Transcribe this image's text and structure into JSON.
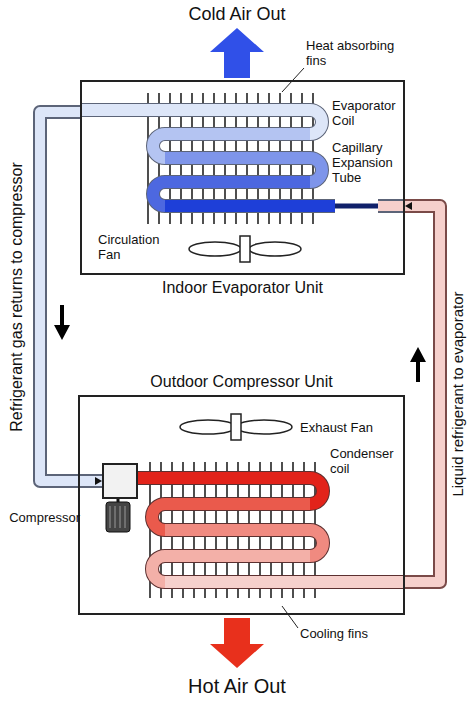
{
  "diagram": {
    "nodes": [
      {
        "text": [
          "Indoor Evaporator Unit"
        ]
      },
      {
        "text": [
          "Outdoor Compressor Unit"
        ]
      },
      {
        "text": [
          "Compressor"
        ],
        "in": 1
      }
    ],
    "edges": [
      {
        "from": 0,
        "to": 2,
        "arrow": "to",
        "label": "Refrigerant gas returns to compressor"
      },
      {
        "from": 1,
        "to": 0,
        "arrow": "to",
        "label": "Liquid refrigerant to evaporator"
      }
    ],
    "labels": [
      "Cold Air Out",
      "Heat absorbing fins",
      "Evaporator Coil",
      "Capillary Expansion Tube",
      "Circulation Fan",
      "Exhaust Fan",
      "Condenser coil",
      "Cooling fins",
      "Hot Air Out"
    ]
  }
}
